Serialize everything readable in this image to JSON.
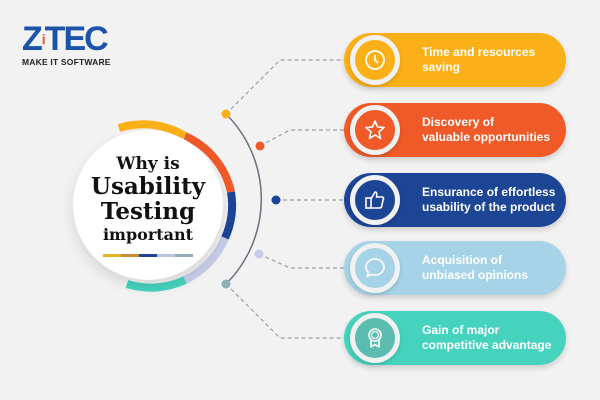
{
  "logo": {
    "mark": "ZiTEC",
    "tagline": "MAKE IT SOFTWARE",
    "color": "#1b53a8"
  },
  "center": {
    "line1": "Why is",
    "line2": "Usability",
    "line3": "Testing",
    "line4": "important"
  },
  "items": [
    {
      "label_line1": "Time and resources",
      "label_line2": "saving",
      "icon": "clock-icon",
      "color": "#fbb017"
    },
    {
      "label_line1": "Discovery of",
      "label_line2": "valuable opportunities",
      "icon": "star-icon",
      "color": "#f05a28"
    },
    {
      "label_line1": "Ensurance of effortless",
      "label_line2": "usability of the product",
      "icon": "thumbs-up-icon",
      "color": "#1d4596"
    },
    {
      "label_line1": "Acquisition of",
      "label_line2": "unbiased opinions",
      "icon": "speech-bubble-icon",
      "color": "#a6d3e8"
    },
    {
      "label_line1": "Gain of major",
      "label_line2": "competitive advantage",
      "icon": "award-medal-icon",
      "color": "#45d3bd"
    }
  ]
}
